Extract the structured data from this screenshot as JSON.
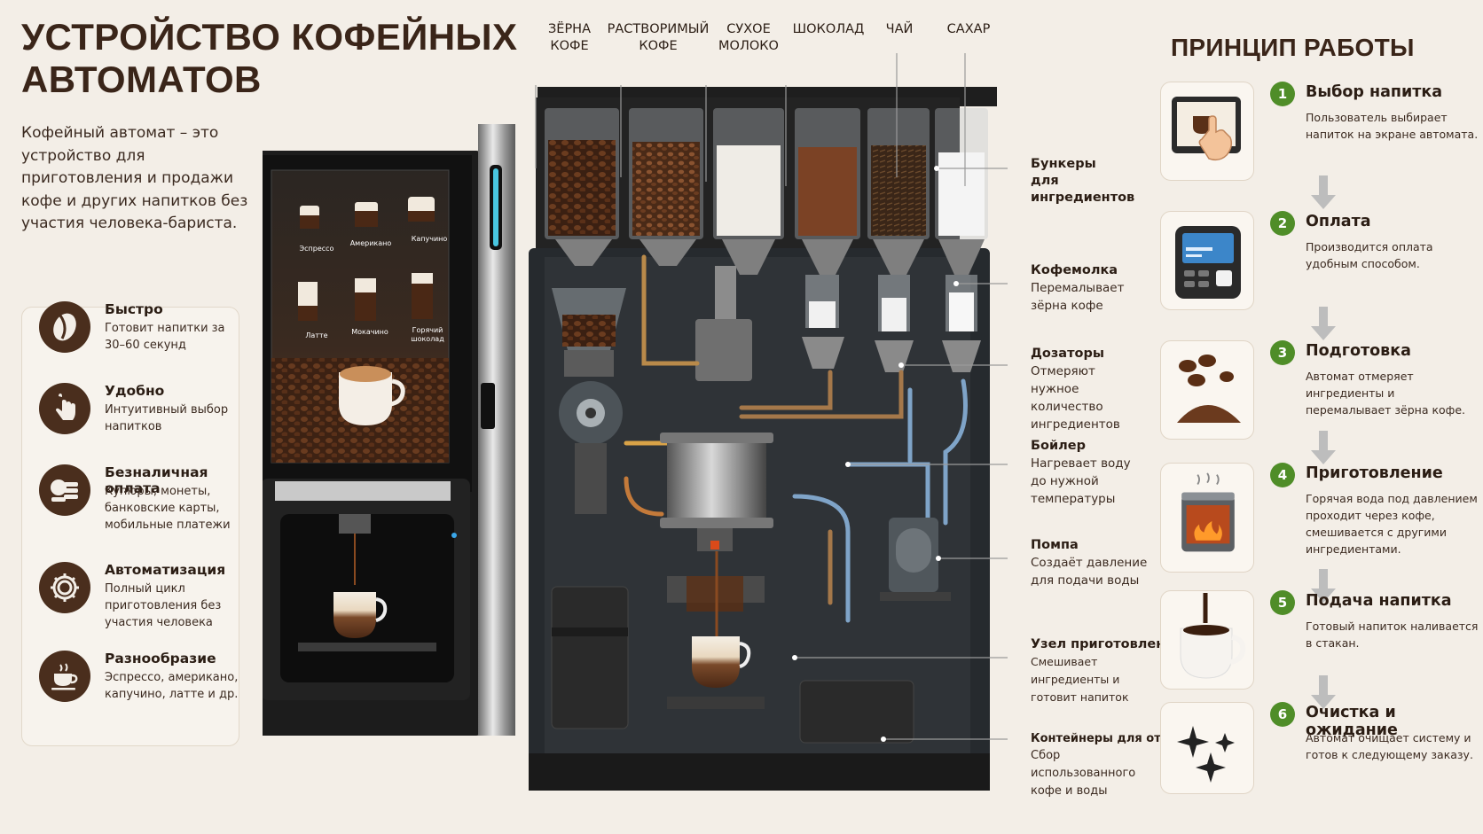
{
  "title": "Устройство кофейных автоматов",
  "intro": "Кофейный автомат – это устройство для приготовления и продажи кофе и других напитков без участия человека-бариста.",
  "features": [
    {
      "icon": "coffee-bean-icon",
      "title": "Быстро",
      "desc": "Готовит напитки за 30–60 секунд"
    },
    {
      "icon": "touch-hand-icon",
      "title": "Удобно",
      "desc": "Интуитивный выбор напитков"
    },
    {
      "icon": "coins-icon",
      "title": "Безналичная оплата",
      "desc": "Купюры, монеты, банковские карты, мобильные платежи"
    },
    {
      "icon": "gear-icon",
      "title": "Автоматизация",
      "desc": "Полный цикл приготовления без участия человека"
    },
    {
      "icon": "coffee-cup-icon",
      "title": "Разнообразие",
      "desc": "Эспрессо, американо, капучино, латте и др."
    }
  ],
  "screen_drinks": [
    "Эспрессо",
    "Американо",
    "Капучино",
    "Латте",
    "Мокачино",
    "Горячий шоколад"
  ],
  "ingredients": [
    "ЗЁРНА КОФЕ",
    "РАСТВОРИМЫЙ КОФЕ",
    "СУХОЕ МОЛОКО",
    "ШОКОЛАД",
    "ЧАЙ",
    "САХАР"
  ],
  "components": [
    {
      "title": "Бункеры для ингредиентов",
      "desc": ""
    },
    {
      "title": "Кофемолка",
      "desc": "Перемалывает зёрна кофе"
    },
    {
      "title": "Дозаторы",
      "desc": "Отмеряют нужное количество ингредиентов"
    },
    {
      "title": "Бойлер",
      "desc": "Нагревает воду до нужной температуры"
    },
    {
      "title": "Помпа",
      "desc": "Создаёт давление для подачи воды"
    },
    {
      "title": "Узел приготовления",
      "desc": "Смешивает ингредиенты и готовит напиток"
    },
    {
      "title": "Контейнеры для отходов",
      "desc": "Сбор использованного кофе и воды"
    }
  ],
  "principle_title": "Принцип работы",
  "steps": [
    {
      "num": "1",
      "icon": "touchscreen-icon",
      "title": "Выбор напитка",
      "desc": "Пользователь выбирает напиток на экране автомата."
    },
    {
      "num": "2",
      "icon": "payment-terminal-icon",
      "title": "Оплата",
      "desc": "Производится оплата удобным способом."
    },
    {
      "num": "3",
      "icon": "coffee-beans-icon",
      "title": "Подготовка",
      "desc": "Автомат отмеряет ингредиенты и перемалывает зёрна кофе."
    },
    {
      "num": "4",
      "icon": "boiler-icon",
      "title": "Приготовление",
      "desc": "Горячая вода под давлением проходит через кофе, смешивается с другими ингредиентами."
    },
    {
      "num": "5",
      "icon": "coffee-cup-icon",
      "title": "Подача напитка",
      "desc": "Готовый напиток наливается в стакан."
    },
    {
      "num": "6",
      "icon": "sparkle-icon",
      "title": "Очистка и ожидание",
      "desc": "Автомат очищает систему и готов к следующему заказу."
    }
  ],
  "colors": {
    "accent_green": "#4f8d28",
    "brown_dark": "#4a2e1d",
    "background": "#f3eee7"
  }
}
